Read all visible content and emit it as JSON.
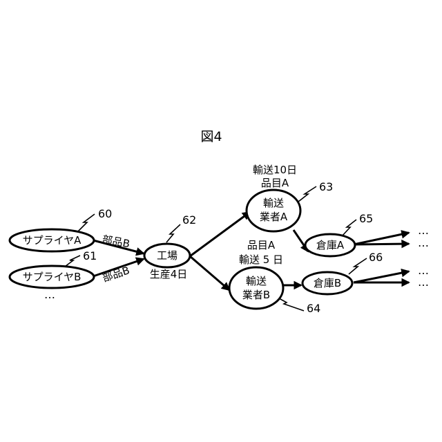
{
  "figure": {
    "title": "図4"
  },
  "nodes": {
    "supplier_a": {
      "label": "サプライヤA",
      "ref": "60"
    },
    "supplier_b": {
      "label": "サプライヤB",
      "ref": "61"
    },
    "factory": {
      "label": "工場",
      "ref": "62",
      "note": "生産4日"
    },
    "carrier_a": {
      "line1": "輸送",
      "line2": "業者A",
      "ref": "63"
    },
    "carrier_b": {
      "line1": "輸送",
      "line2": "業者B",
      "ref": "64"
    },
    "warehouse_a": {
      "label": "倉庫A",
      "ref": "65"
    },
    "warehouse_b": {
      "label": "倉庫B",
      "ref": "66"
    }
  },
  "edges": {
    "supplier_a_to_factory": "部品B",
    "supplier_b_to_factory": "部品B",
    "factory_to_carrier_a": {
      "line1": "輸送10日",
      "line2": "品目A"
    },
    "factory_to_carrier_b": {
      "line1": "品目A",
      "line2": "輸送 5 日"
    }
  },
  "continuation": "…"
}
